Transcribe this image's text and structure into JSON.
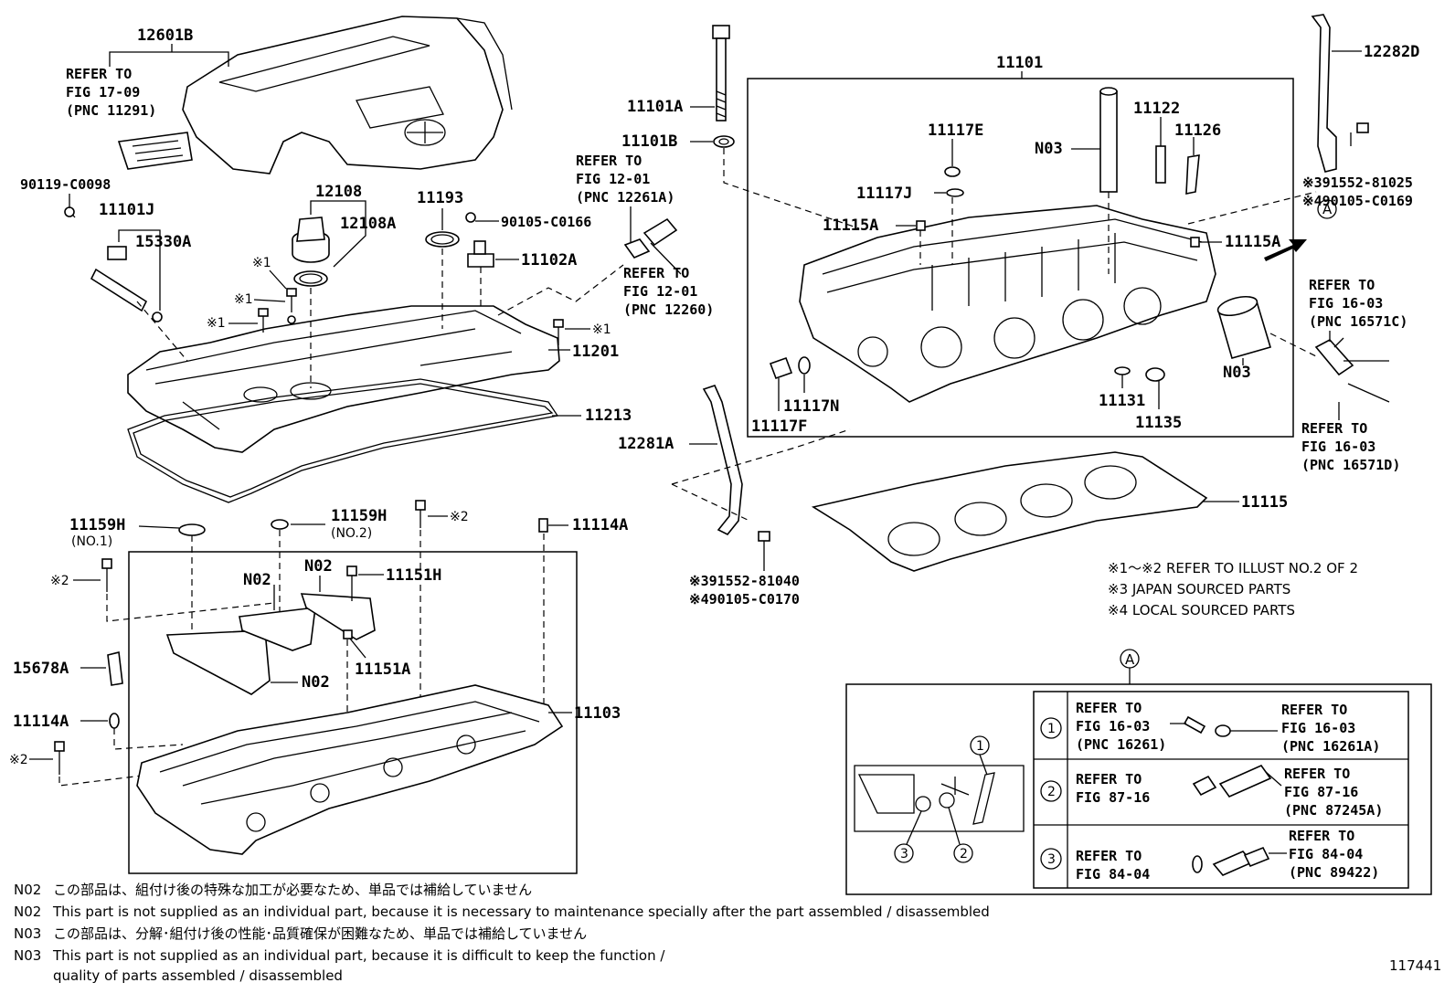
{
  "labels": {
    "p12601b": "12601B",
    "ref_17_09_a": "REFER TO",
    "ref_17_09_b": "FIG 17-09",
    "ref_17_09_c": "(PNC 11291)",
    "p90119": "90119-C0098",
    "p11101j": "11101J",
    "p15330a": "15330A",
    "p12108": "12108",
    "p12108a": "12108A",
    "p11193": "11193",
    "p90105": "90105-C0166",
    "p11102a": "11102A",
    "ast1_a": "※1",
    "ast1_b": "※1",
    "ast1_c": "※1",
    "ast1_d": "※1",
    "p11201": "11201",
    "p11213": "11213",
    "p11101a": "11101A",
    "p11101b": "11101B",
    "ref_12_01a_a": "REFER TO",
    "ref_12_01a_b": "FIG 12-01",
    "ref_12_01a_c": "(PNC 12261A)",
    "ref_12_01_a": "REFER TO",
    "ref_12_01_b": "FIG 12-01",
    "ref_12_01_c": "(PNC 12260)",
    "p11101": "11101",
    "p11117e": "11117E",
    "p11117j": "11117J",
    "p11115a_l": "11115A",
    "pn03_top": "N03",
    "p11122": "11122",
    "p11126": "11126",
    "p11115a_r": "11115A",
    "circle_a": "A",
    "p12282d": "12282D",
    "p391552_81025": "※391552-81025",
    "p490105_c0169": "※490105-C0169",
    "ref_16_03c_a": "REFER TO",
    "ref_16_03c_b": "FIG 16-03",
    "ref_16_03c_c": "(PNC 16571C)",
    "pn03_r": "N03",
    "p11117n": "11117N",
    "p11117f": "11117F",
    "p11131": "11131",
    "p11135": "11135",
    "ref_16_03d_a": "REFER TO",
    "ref_16_03d_b": "FIG 16-03",
    "ref_16_03d_c": "(PNC 16571D)",
    "p12281a": "12281A",
    "p11115": "11115",
    "p391552_81040": "※391552-81040",
    "p490105_c0170": "※490105-C0170",
    "p11159h_1": "11159H",
    "p11159h_1n": "(NO.1)",
    "p11159h_2": "11159H",
    "p11159h_2n": "(NO.2)",
    "ast2_a": "※2",
    "ast2_b": "※2",
    "ast2_c": "※2",
    "p11114a_t": "11114A",
    "pn02_a": "N02",
    "pn02_b": "N02",
    "pn02_c": "N02",
    "p11151h": "11151H",
    "p11151a": "11151A",
    "p15678a": "15678A",
    "p11114a_l": "11114A",
    "p11103": "11103",
    "circle_a2": "A",
    "c1": "1",
    "c2": "2",
    "c3": "3"
  },
  "legend": {
    "line1": "※1～※2  REFER TO ILLUST NO.2 OF 2",
    "line2": "※3 JAPAN SOURCED PARTS",
    "line3": "※4 LOCAL SOURCED PARTS"
  },
  "detail_table": [
    {
      "num": "1",
      "left_a": "REFER TO",
      "left_b": "FIG 16-03",
      "left_c": "(PNC 16261)",
      "right_a": "REFER TO",
      "right_b": "FIG 16-03",
      "right_c": "(PNC 16261A)"
    },
    {
      "num": "2",
      "left_a": "REFER TO",
      "left_b": "FIG 87-16",
      "left_c": "",
      "right_a": "REFER TO",
      "right_b": "FIG 87-16",
      "right_c": "(PNC 87245A)"
    },
    {
      "num": "3",
      "left_a": "REFER TO",
      "left_b": "FIG 84-04",
      "left_c": "",
      "right_a": "REFER TO",
      "right_b": "FIG 84-04",
      "right_c": "(PNC 89422)"
    }
  ],
  "notes": [
    {
      "code": "N02",
      "text": "この部品は、組付け後の特殊な加工が必要なため、単品では補給していません"
    },
    {
      "code": "N02",
      "text": "This part is not supplied as an individual part, because it is necessary to maintenance specially after the part assembled / disassembled"
    },
    {
      "code": "N03",
      "text": "この部品は、分解･組付け後の性能･品質確保が困難なため、単品では補給していません"
    },
    {
      "code": "N03",
      "text": "This part is not supplied as an individual part, because it is difficult to keep the function /"
    },
    {
      "code": "",
      "text": "quality of parts  assembled / disassembled"
    }
  ],
  "figure_number": "117441"
}
